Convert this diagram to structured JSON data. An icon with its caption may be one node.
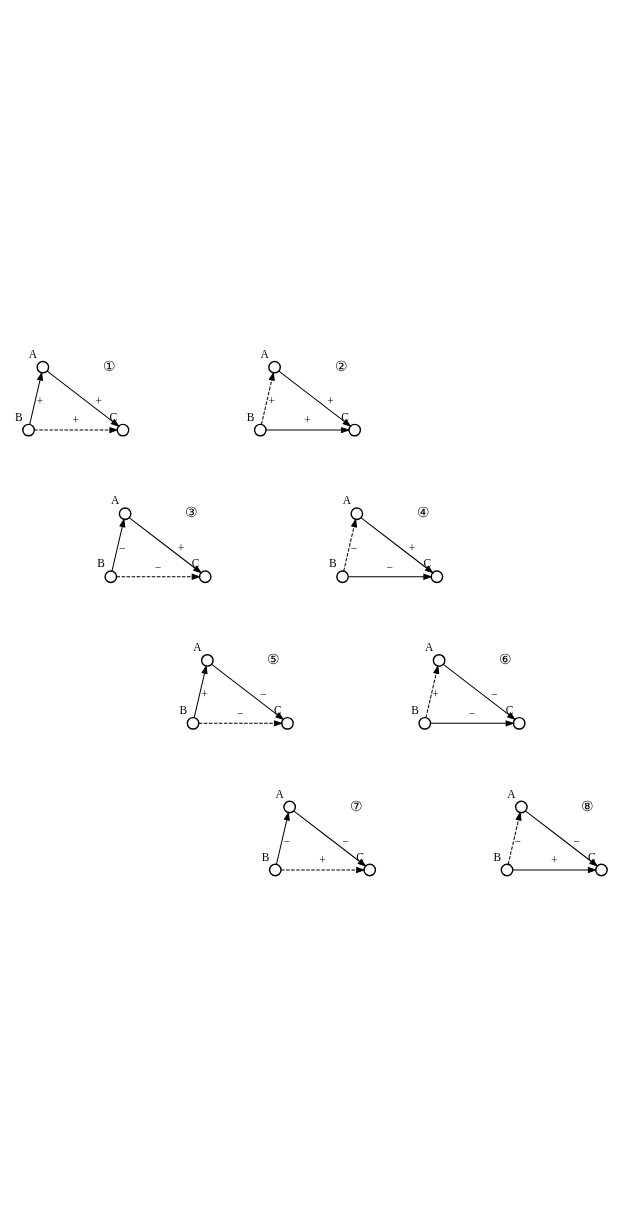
{
  "diagram": {
    "nodes": [
      {
        "text": [],
        "shape": "circle",
        "beside": [
          "A"
        ]
      },
      {
        "text": [],
        "shape": "circle",
        "beside": [
          "B"
        ]
      },
      {
        "text": [],
        "shape": "circle",
        "beside": [
          "C"
        ]
      },
      {
        "text": [],
        "shape": "circle",
        "beside": [
          "A"
        ]
      },
      {
        "text": [],
        "shape": "circle",
        "beside": [
          "B"
        ]
      },
      {
        "text": [],
        "shape": "circle",
        "beside": [
          "C"
        ]
      },
      {
        "text": [],
        "shape": "circle",
        "beside": [
          "A"
        ]
      },
      {
        "text": [],
        "shape": "circle",
        "beside": [
          "B"
        ]
      },
      {
        "text": [],
        "shape": "circle",
        "beside": [
          "C"
        ]
      },
      {
        "text": [],
        "shape": "circle",
        "beside": [
          "A"
        ]
      },
      {
        "text": [],
        "shape": "circle",
        "beside": [
          "B"
        ]
      },
      {
        "text": [],
        "shape": "circle",
        "beside": [
          "C"
        ]
      },
      {
        "text": [],
        "shape": "circle",
        "beside": [
          "A"
        ]
      },
      {
        "text": [],
        "shape": "circle",
        "beside": [
          "B"
        ]
      },
      {
        "text": [],
        "shape": "circle",
        "beside": [
          "C"
        ]
      },
      {
        "text": [],
        "shape": "circle",
        "beside": [
          "A"
        ]
      },
      {
        "text": [],
        "shape": "circle",
        "beside": [
          "B"
        ]
      },
      {
        "text": [],
        "shape": "circle",
        "beside": [
          "C"
        ]
      },
      {
        "text": [],
        "shape": "circle",
        "beside": [
          "A"
        ]
      },
      {
        "text": [],
        "shape": "circle",
        "beside": [
          "B"
        ]
      },
      {
        "text": [],
        "shape": "circle",
        "beside": [
          "C"
        ]
      },
      {
        "text": [],
        "shape": "circle",
        "beside": [
          "A"
        ]
      },
      {
        "text": [],
        "shape": "circle",
        "beside": [
          "B"
        ]
      },
      {
        "text": [],
        "shape": "circle",
        "beside": [
          "C"
        ]
      }
    ],
    "edges": [
      {
        "from": 1,
        "to": 0,
        "arrow": "to",
        "label": "+"
      },
      {
        "from": 0,
        "to": 2,
        "arrow": "to",
        "label": "+"
      },
      {
        "from": 1,
        "to": 2,
        "arrow": "to",
        "label": "+",
        "style": "dashed"
      },
      {
        "from": 4,
        "to": 3,
        "arrow": "to",
        "label": "+",
        "style": "dashed"
      },
      {
        "from": 3,
        "to": 5,
        "arrow": "to",
        "label": "+"
      },
      {
        "from": 4,
        "to": 5,
        "arrow": "to",
        "label": "+"
      },
      {
        "from": 7,
        "to": 6,
        "arrow": "to",
        "label": "−"
      },
      {
        "from": 6,
        "to": 8,
        "arrow": "to",
        "label": "+"
      },
      {
        "from": 7,
        "to": 8,
        "arrow": "to",
        "label": "−",
        "style": "dashed"
      },
      {
        "from": 10,
        "to": 9,
        "arrow": "to",
        "label": "−",
        "style": "dashed"
      },
      {
        "from": 9,
        "to": 11,
        "arrow": "to",
        "label": "+"
      },
      {
        "from": 10,
        "to": 11,
        "arrow": "to",
        "label": "−"
      },
      {
        "from": 13,
        "to": 12,
        "arrow": "to",
        "label": "+"
      },
      {
        "from": 12,
        "to": 14,
        "arrow": "to",
        "label": "−"
      },
      {
        "from": 13,
        "to": 14,
        "arrow": "to",
        "label": "−",
        "style": "dashed"
      },
      {
        "from": 16,
        "to": 15,
        "arrow": "to",
        "label": "+",
        "style": "dashed"
      },
      {
        "from": 15,
        "to": 17,
        "arrow": "to",
        "label": "−"
      },
      {
        "from": 16,
        "to": 17,
        "arrow": "to",
        "label": "−"
      },
      {
        "from": 19,
        "to": 18,
        "arrow": "to",
        "label": "−"
      },
      {
        "from": 18,
        "to": 20,
        "arrow": "to",
        "label": "−"
      },
      {
        "from": 19,
        "to": 20,
        "arrow": "to",
        "label": "+",
        "style": "dashed"
      },
      {
        "from": 22,
        "to": 21,
        "arrow": "to",
        "label": "−",
        "style": "dashed"
      },
      {
        "from": 21,
        "to": 23,
        "arrow": "to",
        "label": "−"
      },
      {
        "from": 22,
        "to": 23,
        "arrow": "to",
        "label": "+"
      }
    ],
    "labels": [
      "①",
      "②",
      "③",
      "④",
      "⑤",
      "⑥",
      "⑦",
      "⑧"
    ]
  }
}
